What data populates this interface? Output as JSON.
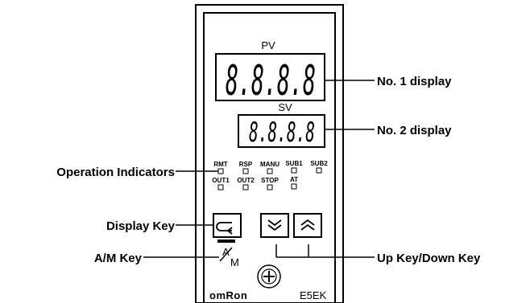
{
  "panel": {
    "pv_label": "PV",
    "pv_value": "8.8.8.8",
    "sv_label": "SV",
    "sv_value": "8.8.8.8",
    "brand": "omRon",
    "model": "E5EK"
  },
  "indicators": {
    "row1": [
      "RMT",
      "RSP",
      "MANU",
      "SUB1",
      "SUB2"
    ],
    "row2": [
      "OUT1",
      "OUT2",
      "STOP",
      "AT"
    ]
  },
  "keys": {
    "display_key_icon": "cycle-arrow-icon",
    "down_key_icon": "double-chevron-down-icon",
    "up_key_icon": "double-chevron-up-icon",
    "am_top": "A",
    "am_bottom": "M"
  },
  "callouts": {
    "no1_display": "No. 1 display",
    "no2_display": "No. 2 display",
    "operation_indicators": "Operation Indicators",
    "display_key": "Display Key",
    "am_key": "A/M Key",
    "updown_key": "Up Key/Down Key"
  }
}
